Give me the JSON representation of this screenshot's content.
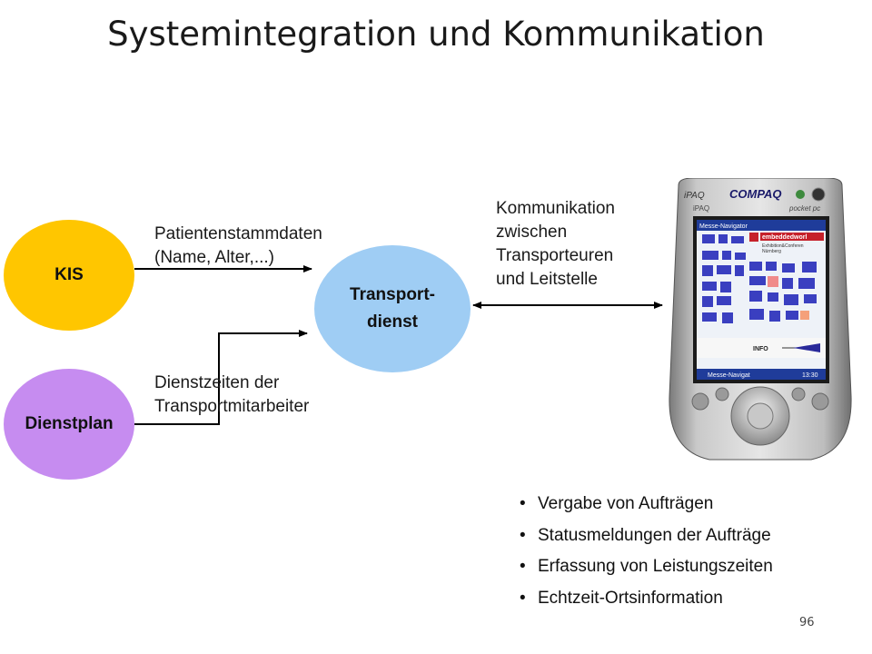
{
  "title": "Systemintegration und Kommunikation",
  "nodes": {
    "kis": "KIS",
    "dienstplan": "Dienstplan",
    "transport_line1": "Transport-",
    "transport_line2": "dienst"
  },
  "labels": {
    "patienten_line1": "Patientenstammdaten",
    "patienten_line2": "(Name, Alter,...)",
    "dienst_line1": "Dienstzeiten der",
    "dienst_line2": "Transportmitarbeiter",
    "komm_line1": "Kommunikation",
    "komm_line2": "zwischen",
    "komm_line3": "Transporteuren",
    "komm_line4": "und Leitstelle"
  },
  "pda": {
    "brand": "COMPAQ",
    "model": "iPAQ",
    "subtitle": "pocket pc",
    "app_title": "Messe-Navigator",
    "logo_text": "embeddedworl",
    "logo_sub1": "Exhibition&Conferen",
    "logo_sub2": "Nürnberg",
    "taskbar": "Messe-Navigat",
    "clock": "13:30",
    "info": "INFO"
  },
  "bullets": [
    "Vergabe von Aufträgen",
    "Statusmeldungen der Aufträge",
    "Erfassung von Leistungszeiten",
    "Echtzeit-Ortsinformation"
  ],
  "page_number": "96",
  "colors": {
    "kis": "#ffc600",
    "dienstplan": "#c68cf0",
    "transport": "#9fcdf4"
  }
}
